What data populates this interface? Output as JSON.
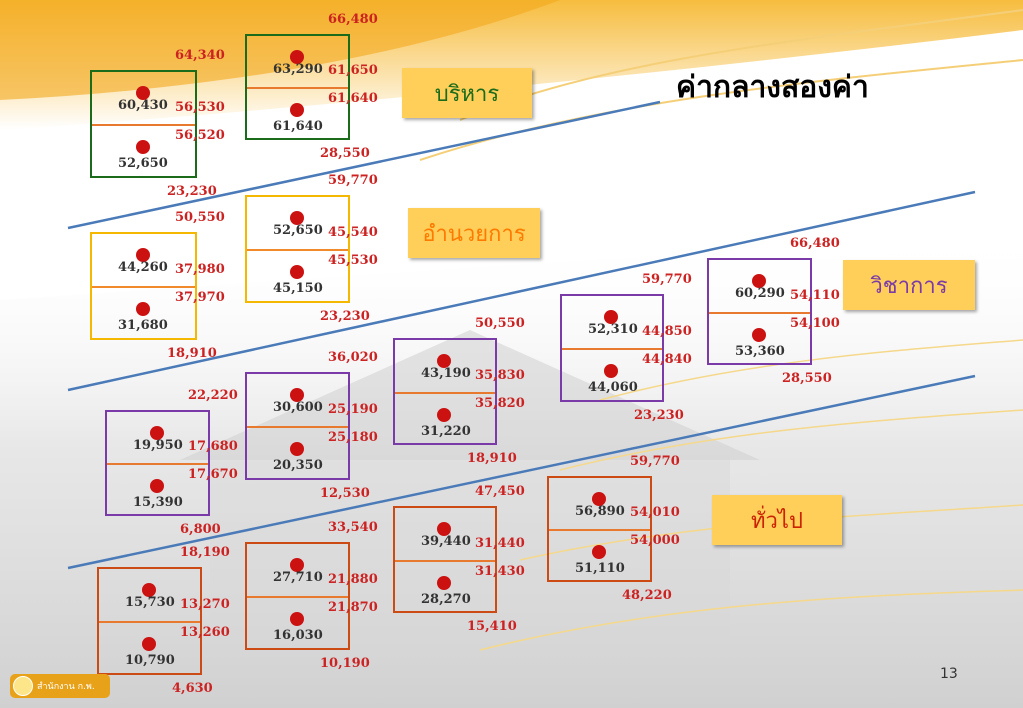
{
  "title": "ค่ากลางสองค่า",
  "page_number": "13",
  "logo_text": "สำนักงาน ก.พ.",
  "colors": {
    "range": "#cc2222",
    "dot": "#cc1111",
    "value": "#333333",
    "line": "#4a7bb8",
    "label_bg": "#ffcf5a",
    "executive": "#1a6b1a",
    "managerial": "#f5b800",
    "academic": "#7a3aa8",
    "general": "#cc4a14"
  },
  "labels": {
    "executive": "บริหาร",
    "managerial": "อำนวยการ",
    "academic": "วิชาการ",
    "general": "ทั่วไป"
  },
  "boxes": [
    {
      "id": "b1",
      "group": "executive",
      "max": "64,340",
      "upper": "60,430",
      "upper_r1": "56,530",
      "upper_r2": "56,520",
      "lower": "52,650",
      "min": "23,230"
    },
    {
      "id": "b2",
      "group": "executive",
      "max": "66,480",
      "upper": "63,290",
      "upper_r1": "61,650",
      "upper_r2": "61,640",
      "lower": "61,640",
      "min": "28,550"
    },
    {
      "id": "b3",
      "group": "managerial",
      "max": "50,550",
      "upper": "44,260",
      "upper_r1": "37,980",
      "upper_r2": "37,970",
      "lower": "31,680",
      "min": "18,910"
    },
    {
      "id": "b4",
      "group": "managerial",
      "max": "59,770",
      "upper": "52,650",
      "upper_r1": "45,540",
      "upper_r2": "45,530",
      "lower": "45,150",
      "min": "23,230"
    },
    {
      "id": "b5",
      "group": "academic",
      "max": "22,220",
      "upper": "19,950",
      "upper_r1": "17,680",
      "upper_r2": "17,670",
      "lower": "15,390",
      "min": "6,800"
    },
    {
      "id": "b6",
      "group": "academic",
      "max": "36,020",
      "upper": "30,600",
      "upper_r1": "25,190",
      "upper_r2": "25,180",
      "lower": "20,350",
      "min": "12,530"
    },
    {
      "id": "b7",
      "group": "academic",
      "max": "50,550",
      "upper": "43,190",
      "upper_r1": "35,830",
      "upper_r2": "35,820",
      "lower": "31,220",
      "min": "18,910"
    },
    {
      "id": "b8",
      "group": "academic",
      "max": "59,770",
      "upper": "52,310",
      "upper_r1": "44,850",
      "upper_r2": "44,840",
      "lower": "44,060",
      "min": "23,230"
    },
    {
      "id": "b9",
      "group": "academic",
      "max": "66,480",
      "upper": "60,290",
      "upper_r1": "54,110",
      "upper_r2": "54,100",
      "lower": "53,360",
      "min": "28,550"
    },
    {
      "id": "b10",
      "group": "general",
      "max": "18,190",
      "upper": "15,730",
      "upper_r1": "13,270",
      "upper_r2": "13,260",
      "lower": "10,790",
      "min": "4,630"
    },
    {
      "id": "b11",
      "group": "general",
      "max": "33,540",
      "upper": "27,710",
      "upper_r1": "21,880",
      "upper_r2": "21,870",
      "lower": "16,030",
      "min": "10,190"
    },
    {
      "id": "b12",
      "group": "general",
      "max": "47,450",
      "upper": "39,440",
      "upper_r1": "31,440",
      "upper_r2": "31,430",
      "lower": "28,270",
      "min": "15,410"
    },
    {
      "id": "b13",
      "group": "general",
      "max": "59,770",
      "upper": "56,890",
      "upper_r1": "54,010",
      "upper_r2": "54,000",
      "lower": "51,110",
      "min": "48,220"
    }
  ]
}
